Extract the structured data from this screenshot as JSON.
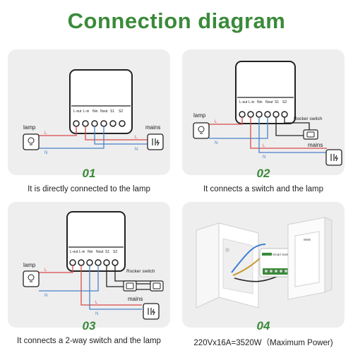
{
  "title": "Connection diagram",
  "module": {
    "terminal_labels": [
      "L-out",
      "L-in",
      "Nin",
      "Nout",
      "S1",
      "S2"
    ]
  },
  "labels": {
    "lamp": "lamp",
    "mains": "mains",
    "line": "L",
    "neutral": "N",
    "rocker_switch": "Rocker switch",
    "smart_switch": "Smart Switch"
  },
  "panels": [
    {
      "number": "01",
      "caption": "It is directly connected to the lamp"
    },
    {
      "number": "02",
      "caption": "It connects a switch and the lamp"
    },
    {
      "number": "03",
      "caption": "It connects a 2-way switch and the lamp"
    },
    {
      "number": "04",
      "caption": "220Vx16A=3520W（Maximum Power)"
    }
  ],
  "colors": {
    "accent": "#3a8a3a",
    "line_wire": "#d94a4a",
    "neutral_wire": "#4a82c8",
    "wire_black": "#222222"
  }
}
